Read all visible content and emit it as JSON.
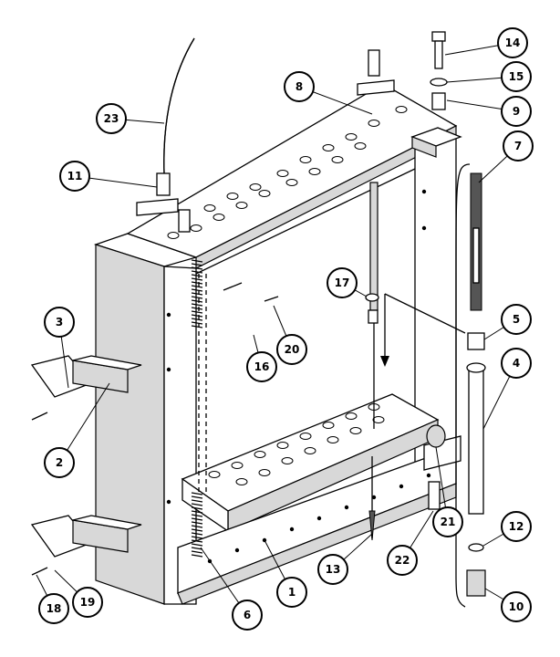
{
  "callouts": [
    "14",
    "15",
    "9",
    "7",
    "8",
    "23",
    "11",
    "17",
    "5",
    "4",
    "3",
    "16",
    "20",
    "2",
    "21",
    "12",
    "13",
    "22",
    "1",
    "10",
    "6",
    "18",
    "19"
  ]
}
